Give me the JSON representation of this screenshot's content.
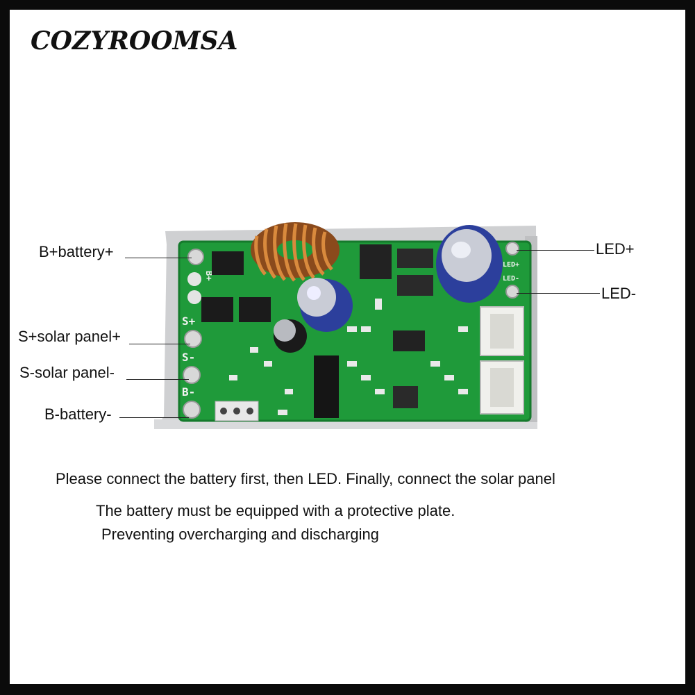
{
  "brand": {
    "name": "COZYROOMSA"
  },
  "labels": {
    "b_plus": "B+battery+",
    "s_plus": "S+solar panel+",
    "s_minus": "S-solar panel-",
    "b_minus": "B-battery-",
    "led_plus": "LED+",
    "led_minus": "LED-"
  },
  "silkscreen": {
    "b_plus": "B+",
    "s_plus": "S+",
    "s_minus": "S-",
    "b_minus": "B-",
    "led_plus": "LED+",
    "led_minus": "LED-"
  },
  "instructions": {
    "line1": "Please connect the battery first, then LED. Finally, connect the solar panel",
    "line2": "The battery must be equipped with a protective plate.",
    "line3": "Preventing overcharging and discharging"
  },
  "colors": {
    "pcb_green": "#1f9a3a",
    "housing": "#cfd0d2",
    "copper_coil": "#b86a2a",
    "capacitor_blue": "#2c3f9c"
  }
}
